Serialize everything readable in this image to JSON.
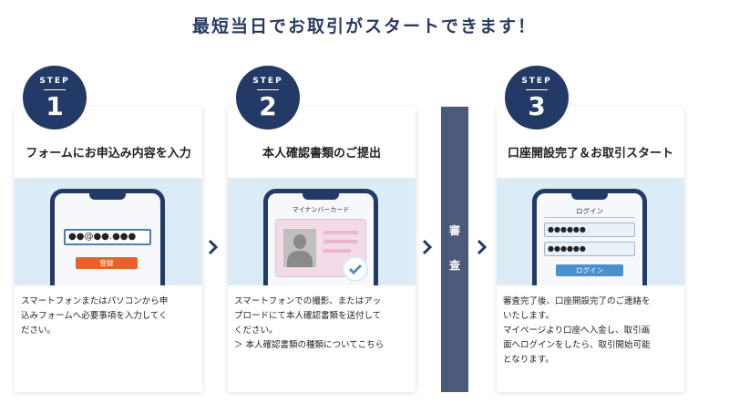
{
  "headline": "最短当日でお取引がスタートできます！",
  "steps": [
    {
      "step_word": "STEP",
      "number": "1",
      "title": "フォームにお申込み内容を入力",
      "input_value": "●●@●●.●●●",
      "button_label": "登録",
      "description": [
        "スマートフォンまたはパソコンから申",
        "込みフォームへ必要事項を入力してく",
        "ださい。"
      ]
    },
    {
      "step_word": "STEP",
      "number": "2",
      "title": "本人確認書類のご提出",
      "card_label": "マイナンバーカード",
      "description": [
        "スマートフォンでの撮影、またはアッ",
        "プロードにて本人確認書類を送付して",
        "ください。"
      ],
      "link_text": "＞ 本人確認書類の種類についてこちら"
    },
    {
      "step_word": "STEP",
      "number": "3",
      "title": "口座開設完了＆お取引スタート",
      "login_header": "ログイン",
      "field1": "●●●●●●",
      "field2": "●●●●●●",
      "button_label": "ログイン",
      "description": [
        "審査完了後、口座開設完了のご連絡を",
        "いたします。",
        "マイページより口座へ入金し、取引画",
        "面へログインをしたら、取引開始可能",
        "となります。"
      ]
    }
  ],
  "review": {
    "char1": "審",
    "char2": "査"
  },
  "colors": {
    "navy": "#233a66",
    "orange": "#e8622c",
    "light_blue": "#dcecf7",
    "login_blue": "#4a90cc",
    "review_gray": "#4a5a78"
  }
}
